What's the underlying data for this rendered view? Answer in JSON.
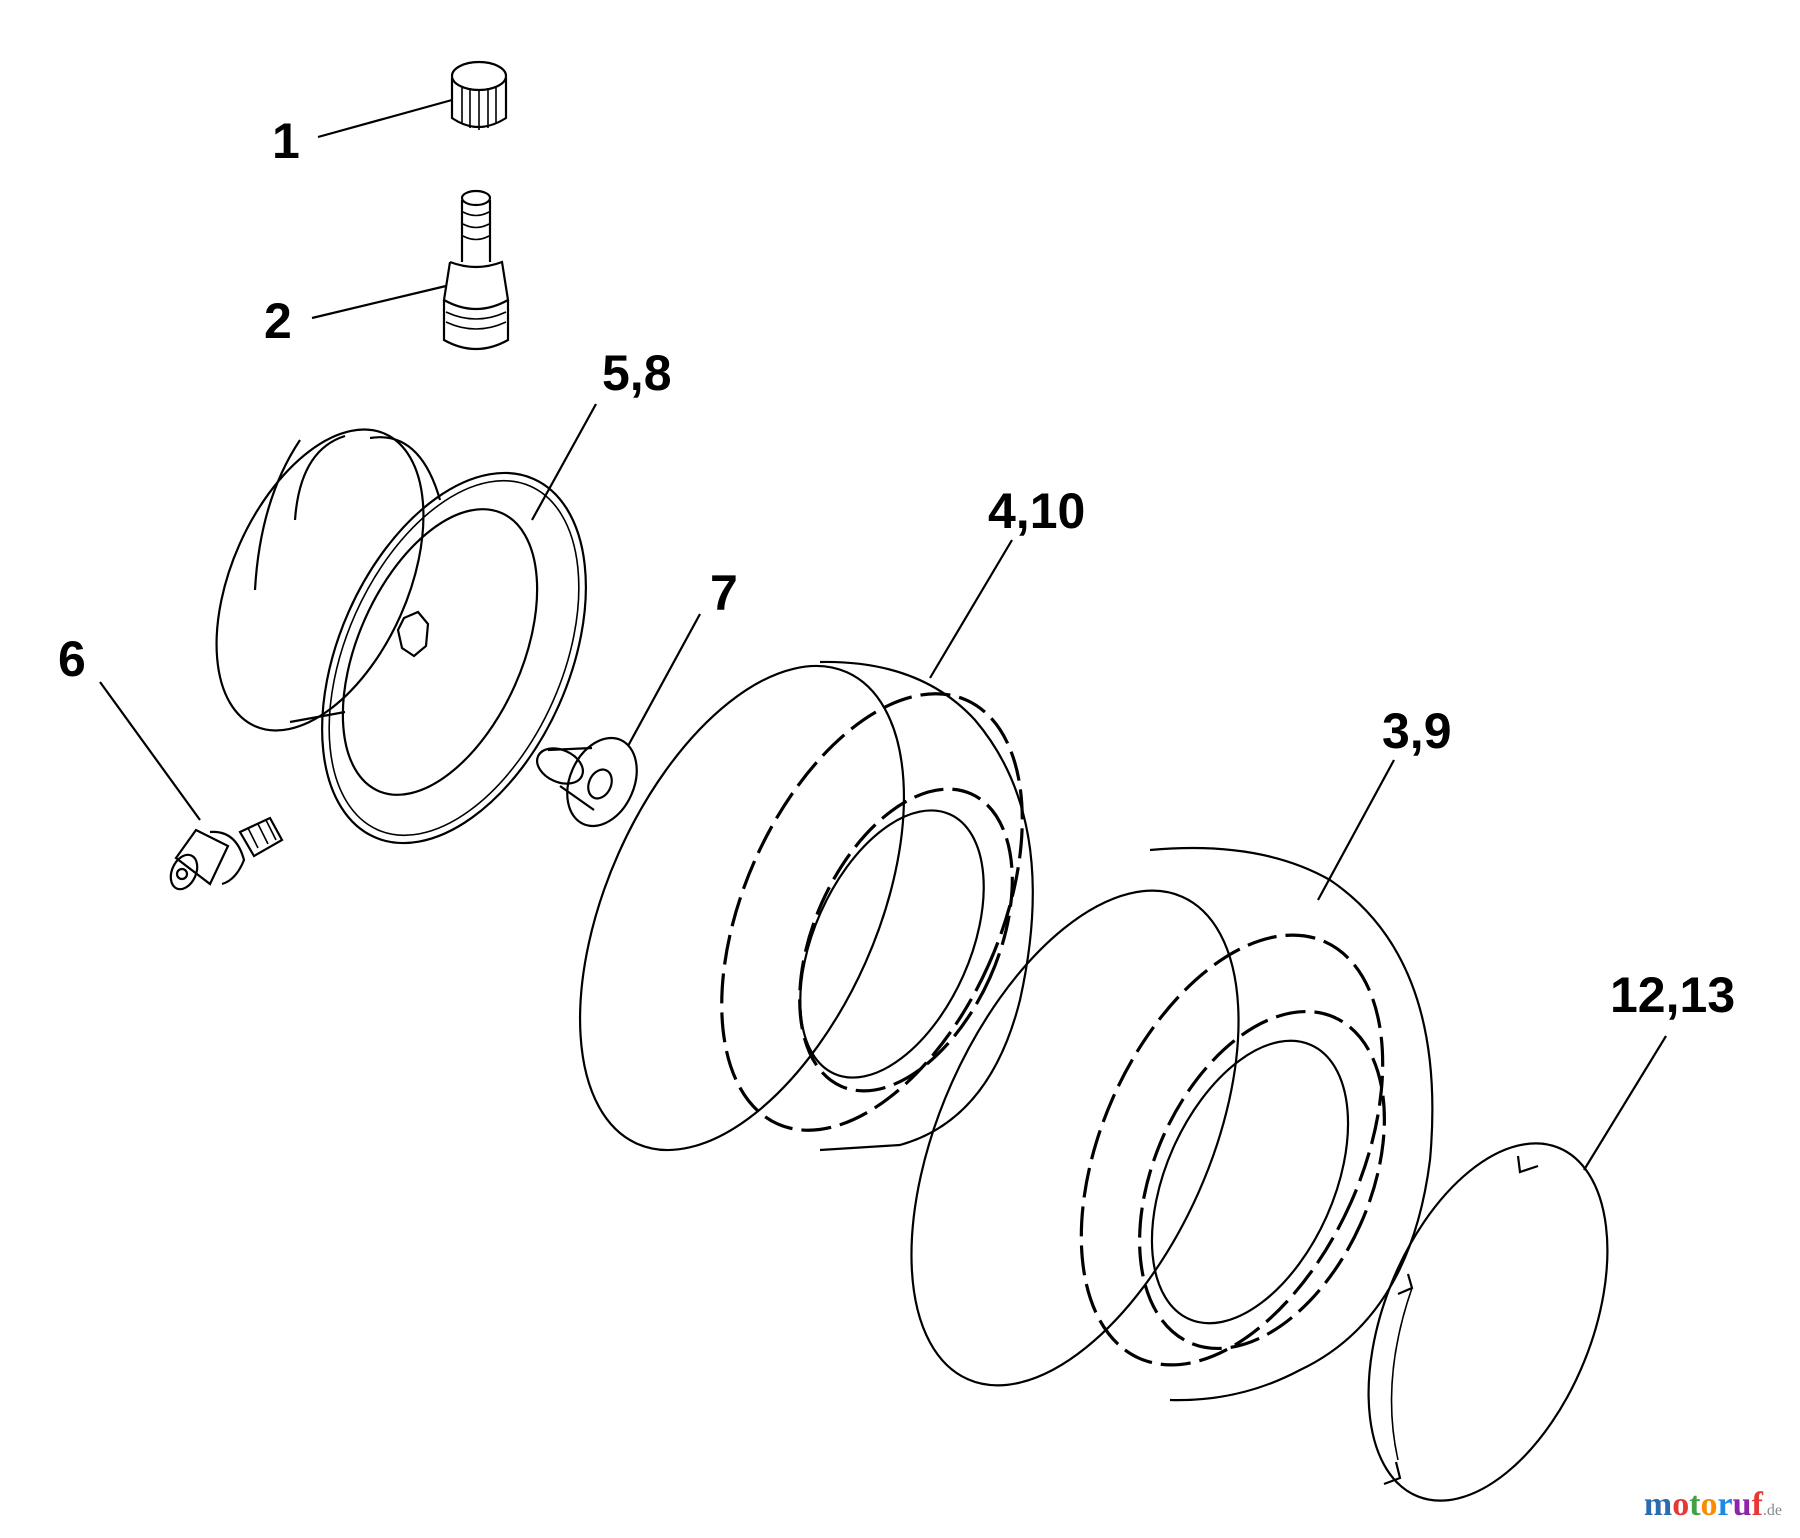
{
  "callouts": {
    "c1": "1",
    "c2": "2",
    "c58": "5,8",
    "c6": "6",
    "c7": "7",
    "c410": "4,10",
    "c39": "3,9",
    "c1213": "12,13"
  },
  "watermark": {
    "letters": [
      "m",
      "o",
      "t",
      "o",
      "r",
      "u",
      "f"
    ],
    "colors": [
      "#2b6cb0",
      "#e53935",
      "#43a047",
      "#fb8c00",
      "#1e88e5",
      "#8e24aa",
      "#e53935"
    ],
    "suffix": ".de"
  }
}
